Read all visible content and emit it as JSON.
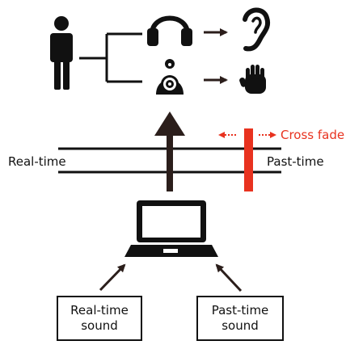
{
  "labels": {
    "cross_fade": "Cross fade",
    "real_time": "Real-time",
    "past_time": "Past-time"
  },
  "boxes": {
    "real_time_sound": {
      "line1": "Real-time",
      "line2": "sound"
    },
    "past_time_sound": {
      "line1": "Past-time",
      "line2": "sound"
    }
  },
  "colors": {
    "ink": "#111111",
    "arrow": "#2b1e1b",
    "accent": "#e8321f"
  },
  "icons": [
    "person-icon",
    "headphones-icon",
    "ear-icon",
    "vibration-speaker-icon",
    "hand-icon",
    "laptop-icon"
  ]
}
